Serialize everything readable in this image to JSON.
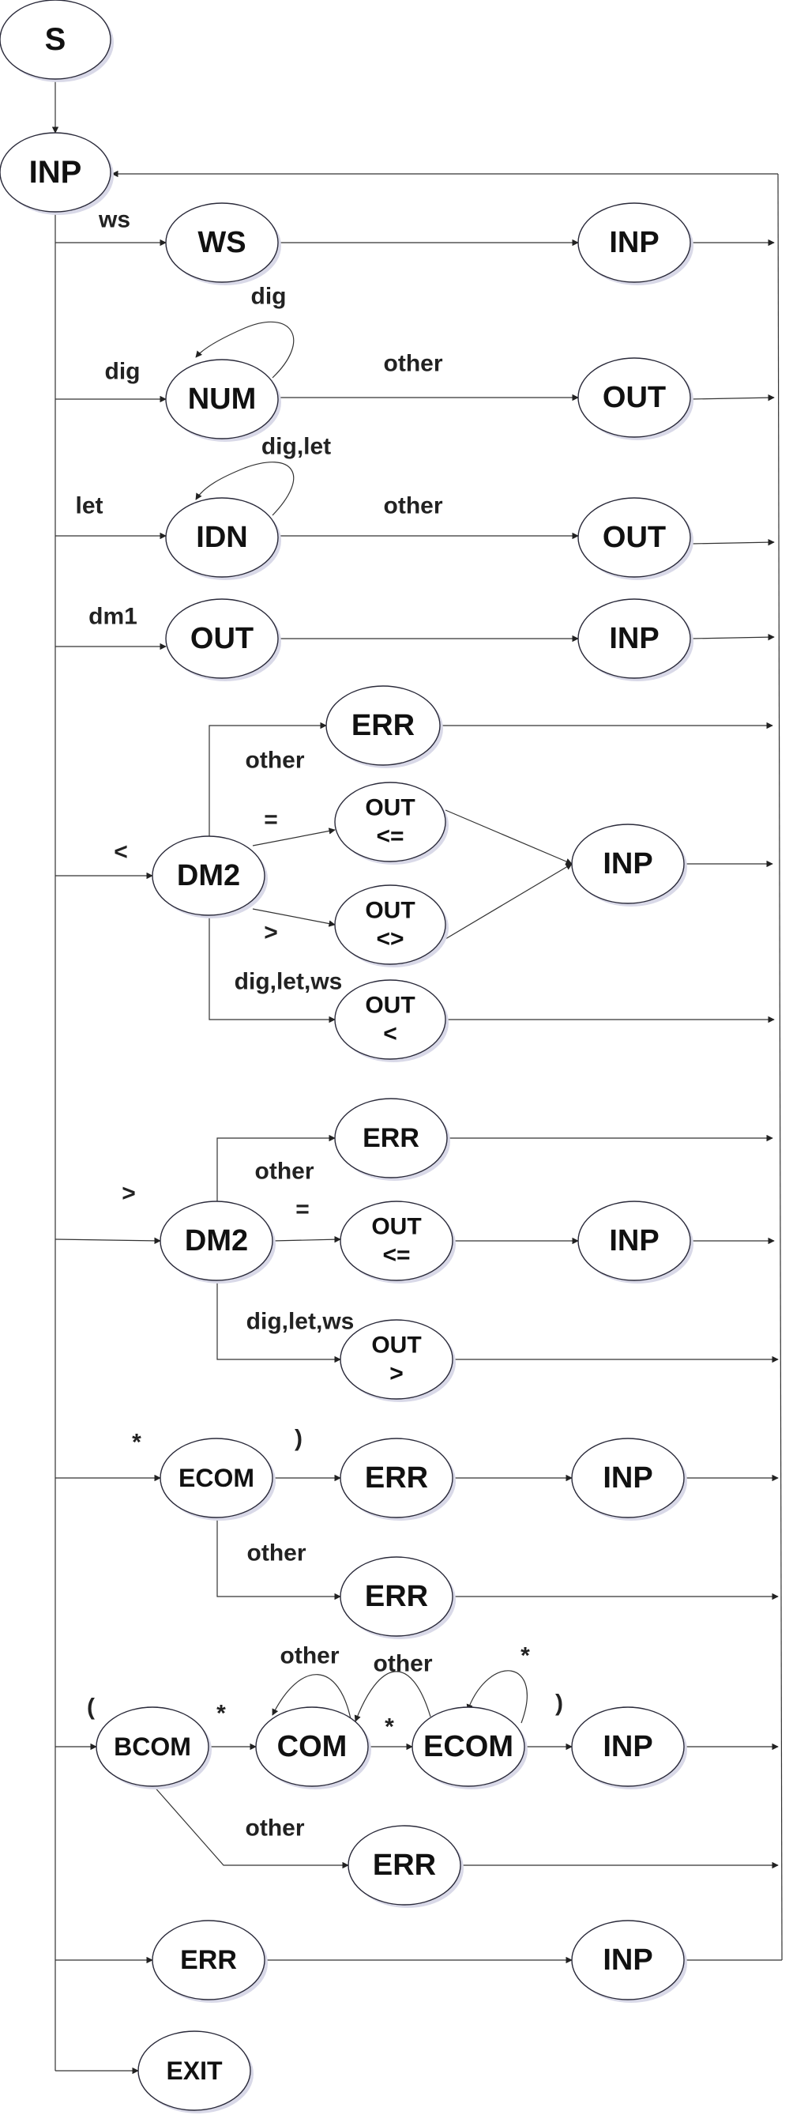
{
  "nodes": {
    "s": "S",
    "inp_main": "INP",
    "ws": "WS",
    "inp_ws": "INP",
    "num": "NUM",
    "out_num": "OUT",
    "idn": "IDN",
    "out_idn": "OUT",
    "out_dm1": "OUT",
    "inp_dm1": "INP",
    "dm2_lt": "DM2",
    "err_lt": "ERR",
    "out_le_lt_1": "OUT",
    "out_le_lt_2": "<=",
    "out_ne_1": "OUT",
    "out_ne_2": "<>",
    "inp_lt": "INP",
    "out_lt_1": "OUT",
    "out_lt_2": "<",
    "dm2_gt": "DM2",
    "err_gt": "ERR",
    "out_ge_1": "OUT",
    "out_ge_2": "<=",
    "inp_gt": "INP",
    "out_gt_1": "OUT",
    "out_gt_2": ">",
    "ecom1": "ECOM",
    "err_ecom1": "ERR",
    "inp_ecom1": "INP",
    "err_ecom1_other": "ERR",
    "bcom": "BCOM",
    "com": "COM",
    "ecom2": "ECOM",
    "inp_bcom": "INP",
    "err_bcom": "ERR",
    "err_main": "ERR",
    "inp_err": "INP",
    "exit": "EXIT"
  },
  "labels": {
    "ws": "ws",
    "dig_loop": "dig",
    "dig": "dig",
    "other_num": "other",
    "diglet_loop": "dig,let",
    "let": "let",
    "other_idn": "other",
    "dm1": "dm1",
    "other_lt": "other",
    "eq_lt": "=",
    "lt": "<",
    "gt_lt": ">",
    "diglet_ws_lt": "dig,let,ws",
    "other_gt": "other",
    "gt": ">",
    "eq_gt": "=",
    "diglet_ws_gt": "dig,let,ws",
    "star_ecom": "*",
    "rparen_ecom": ")",
    "other_ecom": "other",
    "other_com_loop": "other",
    "other_ecom_back": "other",
    "star_loop": "*",
    "lparen": "(",
    "star_bcom": "*",
    "star_com": "*",
    "rparen_bcom": ")",
    "other_bcom": "other"
  }
}
